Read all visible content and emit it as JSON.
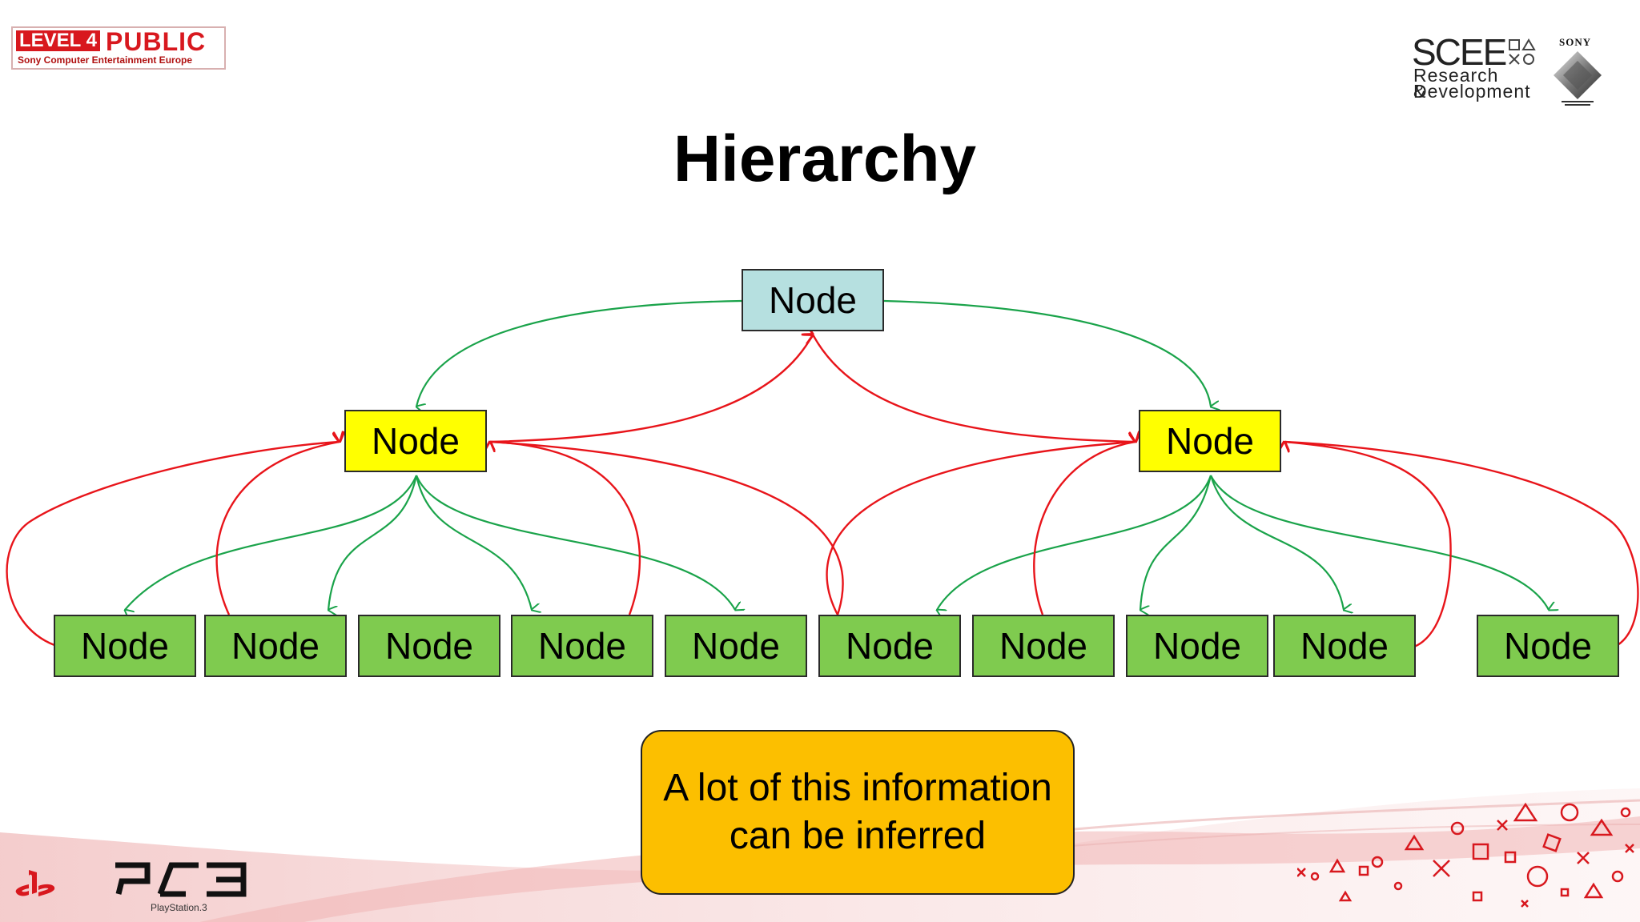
{
  "header": {
    "level_label": "LEVEL 4",
    "public_label": "PUBLIC",
    "company": "Sony Computer Entertainment Europe"
  },
  "branding": {
    "scee": "SCEE",
    "research": "Research &",
    "development": "Development",
    "sony": "SONY",
    "ps3": "PS3",
    "playstation": "PlayStation.3"
  },
  "title": "Hierarchy",
  "diagram": {
    "root": {
      "label": "Node"
    },
    "parents": [
      {
        "label": "Node"
      },
      {
        "label": "Node"
      }
    ],
    "leaves": [
      {
        "label": "Node"
      },
      {
        "label": "Node"
      },
      {
        "label": "Node"
      },
      {
        "label": "Node"
      },
      {
        "label": "Node"
      },
      {
        "label": "Node"
      },
      {
        "label": "Node"
      },
      {
        "label": "Node"
      },
      {
        "label": "Node"
      },
      {
        "label": "Node"
      }
    ],
    "child_link_color": "#1aa34a",
    "parent_link_color": "#e8141a"
  },
  "callout": {
    "text": "A lot of this information can be inferred",
    "color": "#fcbf00"
  },
  "colors": {
    "root_fill": "#b6e0e0",
    "parent_fill": "#ffff00",
    "leaf_fill": "#7fcb4f",
    "brand_red": "#d8181e"
  }
}
